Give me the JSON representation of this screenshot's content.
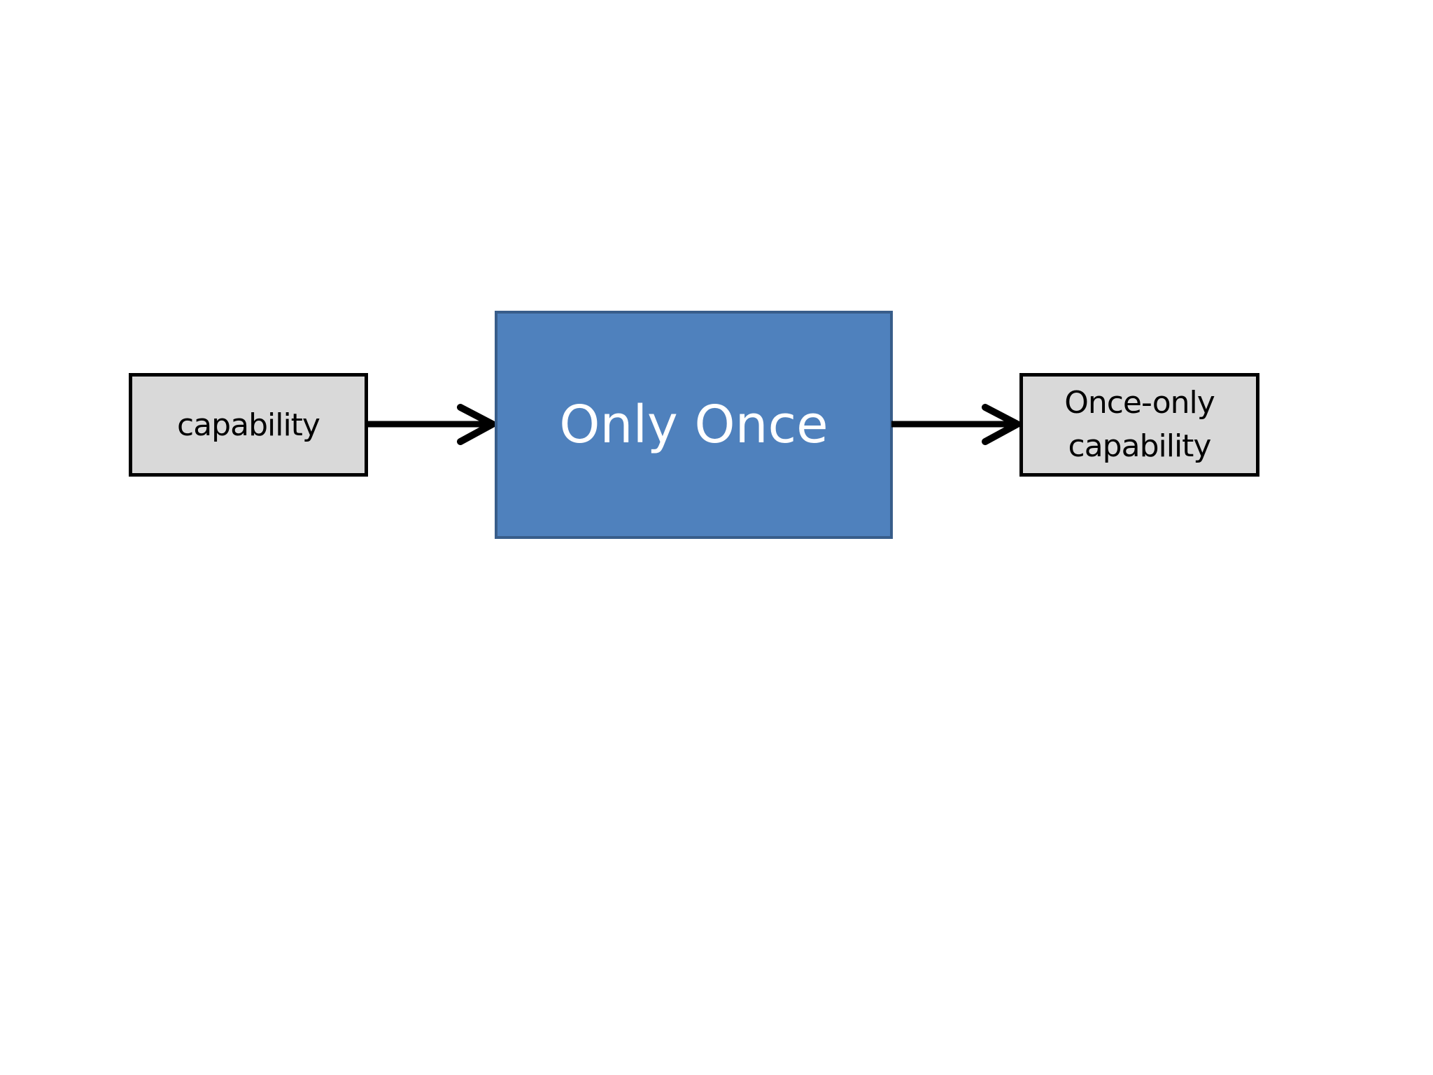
{
  "diagram": {
    "input_box": {
      "label": "capability"
    },
    "center_box": {
      "label": "Only Once"
    },
    "output_box": {
      "line1": "Once-only",
      "line2": "capability"
    },
    "colors": {
      "center_fill": "#4f81bd",
      "center_border": "#385d8a",
      "side_fill": "#d9d9d9",
      "stroke": "#000000"
    }
  }
}
